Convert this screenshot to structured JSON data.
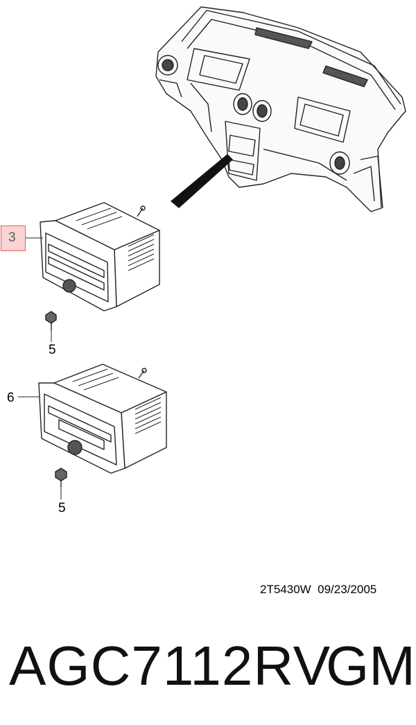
{
  "callouts": {
    "radio_top_label": "3",
    "screw_top_label": "5",
    "radio_bottom_label": "6",
    "screw_bottom_label": "5"
  },
  "reference_code": "2T5430W  09/23/2005",
  "footer": {
    "part_number": "AGC7112RV",
    "brand": "GM"
  },
  "colors": {
    "line": "#222222",
    "highlight_fill": "#fbd3d3",
    "highlight_border": "#e06060"
  }
}
